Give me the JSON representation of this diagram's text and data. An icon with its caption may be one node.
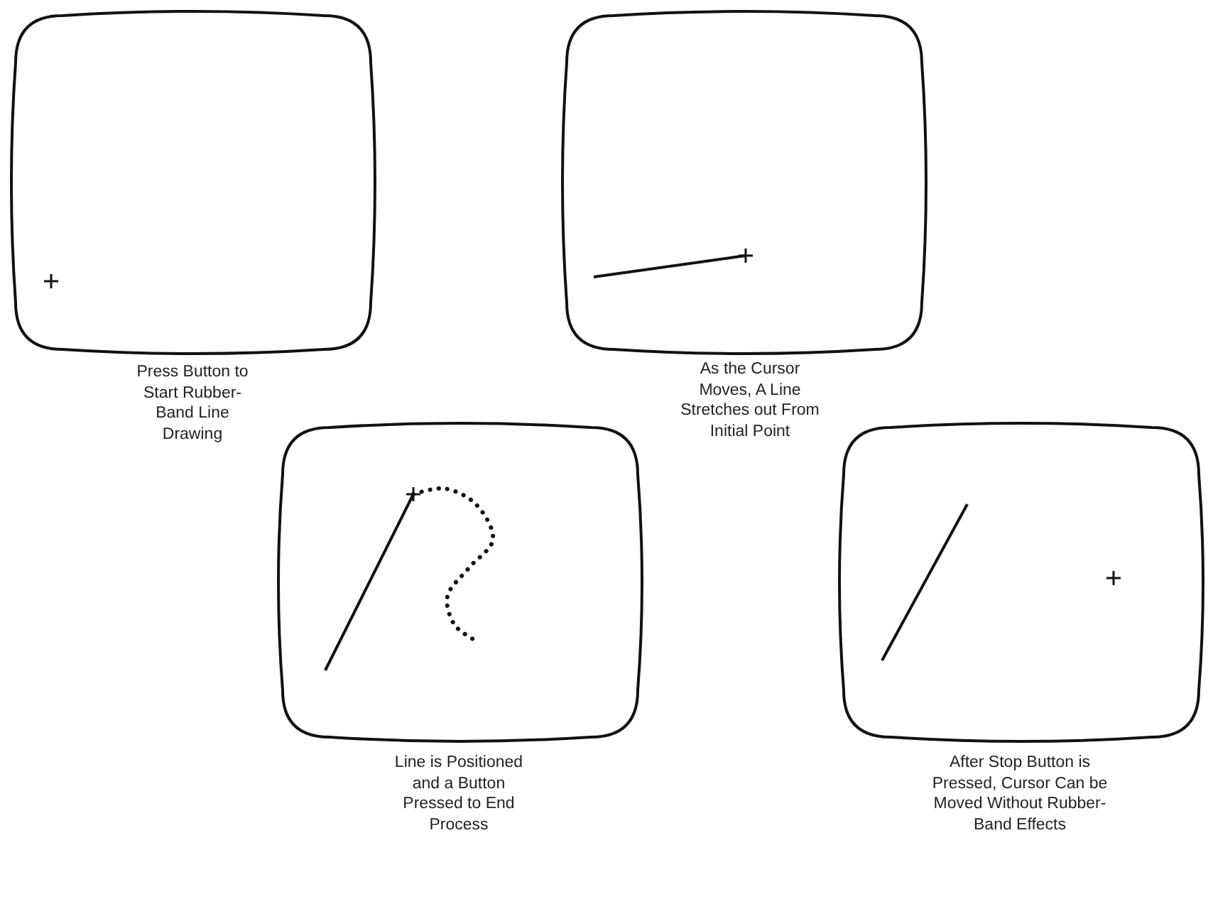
{
  "diagram": {
    "nodes": [
      {
        "text": [],
        "shape": "box",
        "beside": [
          "Press Button to Start Rubber-Band Line Drawing"
        ]
      },
      {
        "text": [],
        "shape": "box",
        "beside": [
          "As the Cursor Moves, A Line Stretches out From Initial Point"
        ]
      },
      {
        "text": [],
        "shape": "box",
        "beside": [
          "Line is Positioned and a Button Pressed to End Process"
        ]
      },
      {
        "text": [],
        "shape": "box",
        "beside": [
          "After Stop Button is Pressed, Cursor Can be Moved Without Rubber-Band Effects"
        ]
      }
    ]
  }
}
